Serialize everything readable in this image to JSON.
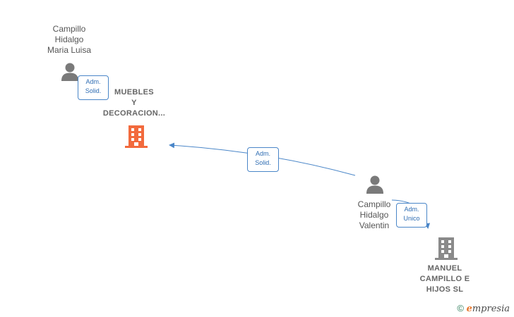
{
  "nodes": {
    "person_maria": {
      "lines": [
        "Campillo",
        "Hidalgo",
        "Maria Luisa"
      ],
      "icon": "person-icon"
    },
    "person_valentin": {
      "lines": [
        "Campillo",
        "Hidalgo",
        "Valentin"
      ],
      "icon": "person-icon"
    },
    "company_muebles": {
      "lines": [
        "MUEBLES",
        "Y",
        "DECORACION..."
      ],
      "icon": "building-icon",
      "color": "#f26a3d"
    },
    "company_manuel": {
      "lines": [
        "MANUEL",
        "CAMPILLO E",
        "HIJOS SL"
      ],
      "icon": "building-icon",
      "color": "#8a8a8a"
    }
  },
  "edges": [
    {
      "from": "person_maria",
      "to": "company_muebles",
      "label": [
        "Adm.",
        "Solid."
      ]
    },
    {
      "from": "person_valentin",
      "to": "company_muebles",
      "label": [
        "Adm.",
        "Solid."
      ]
    },
    {
      "from": "person_valentin",
      "to": "company_manuel",
      "label": [
        "Adm.",
        "Unico"
      ]
    }
  ],
  "colors": {
    "edge": "#4a86c8",
    "person": "#7a7a7a"
  },
  "footer": {
    "copyright_symbol": "©",
    "brand_first": "e",
    "brand_rest": "mpresia"
  }
}
